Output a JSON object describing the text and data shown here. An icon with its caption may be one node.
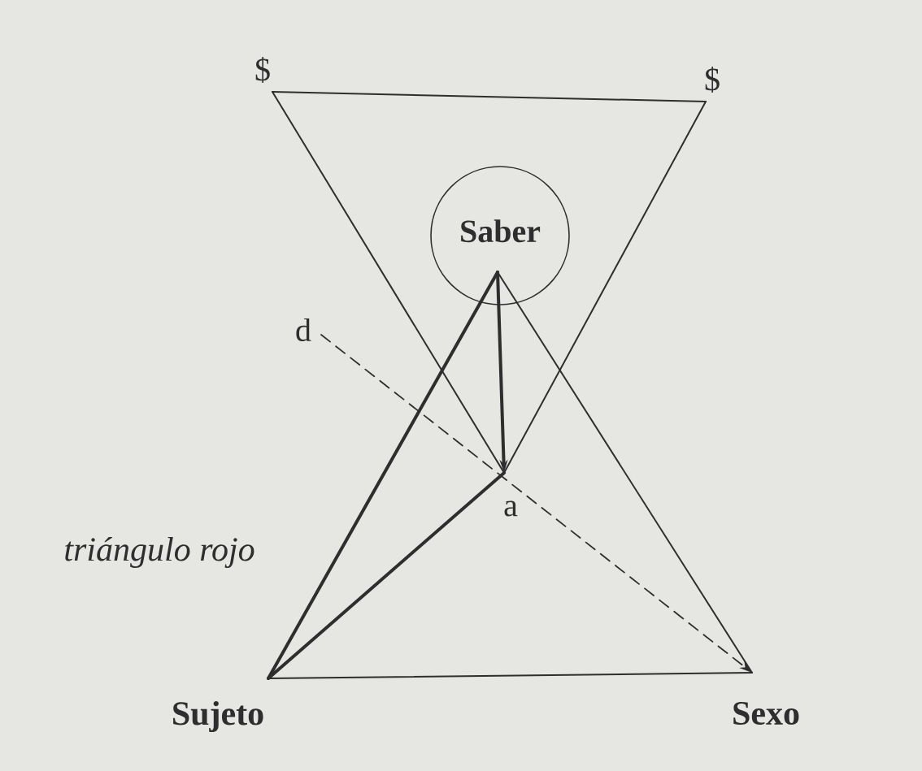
{
  "diagram": {
    "nodes": [
      {
        "text": [
          "Saber"
        ]
      },
      {
        "text": [
          "Sujeto"
        ]
      },
      {
        "text": [
          "Sexo"
        ]
      },
      {
        "text": [
          "a"
        ]
      },
      {
        "text": [
          "d"
        ]
      },
      {
        "text": [
          "$"
        ]
      },
      {
        "text": [
          "$"
        ]
      }
    ],
    "edges": [
      {
        "from": 5,
        "to": 6,
        "arrow": "none"
      },
      {
        "from": 5,
        "to": 3,
        "arrow": "none"
      },
      {
        "from": 6,
        "to": 3,
        "arrow": "none"
      },
      {
        "from": 0,
        "to": 1,
        "arrow": "none",
        "style": "thick"
      },
      {
        "from": 0,
        "to": 2,
        "arrow": "none"
      },
      {
        "from": 1,
        "to": 2,
        "arrow": "none"
      },
      {
        "from": 1,
        "to": 3,
        "arrow": "none",
        "style": "thick"
      },
      {
        "from": 0,
        "to": 3,
        "arrow": "to",
        "style": "thick"
      },
      {
        "from": 4,
        "to": 2,
        "arrow": "to",
        "style": "dashed"
      }
    ],
    "labels": [
      "triángulo rojo"
    ]
  }
}
